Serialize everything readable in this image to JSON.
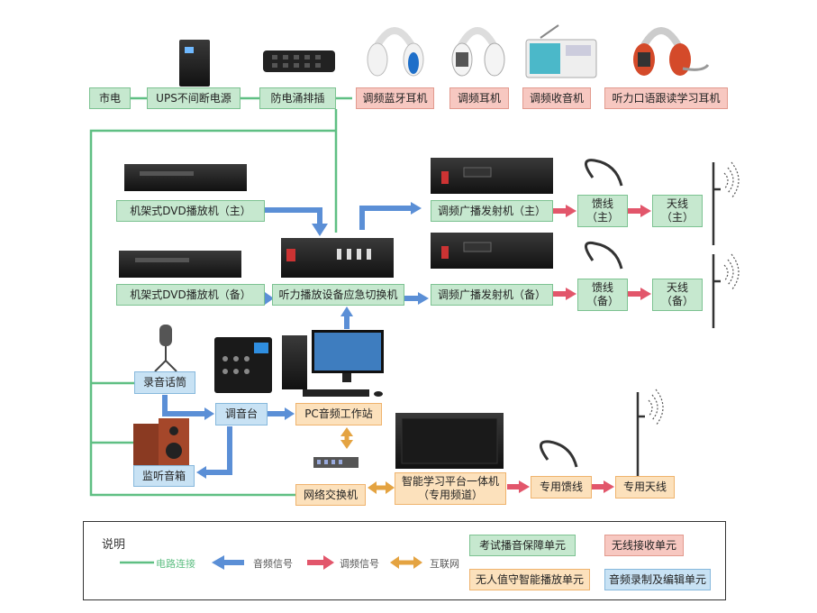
{
  "colors": {
    "power": "#5fbf83",
    "audio": "#5b8fd6",
    "fm": "#e2566b",
    "net": "#e4a341",
    "green": "#c6e8cf",
    "red": "#f7c8c1",
    "orange": "#fce1bc",
    "blue": "#c8e2f4"
  },
  "power": {
    "mains": "市电",
    "ups": "UPS不间断电源",
    "surge": "防电涌排插"
  },
  "receivers": {
    "bt_headphone": "调频蓝牙耳机",
    "fm_headphone": "调频耳机",
    "radio": "调频收音机",
    "oral_headphone": "听力口语跟读学习耳机"
  },
  "playback": {
    "dvd_main": "机架式DVD播放机（主）",
    "dvd_backup": "机架式DVD播放机（备）",
    "switcher": "听力播放设备应急切换机"
  },
  "transmit": {
    "tx_main": "调频广播发射机（主）",
    "tx_backup": "调频广播发射机（备）",
    "feeder_main": "馈线\n（主）",
    "feeder_backup": "馈线\n（备）",
    "antenna_main": "天线\n（主）",
    "antenna_backup": "天线\n（备）"
  },
  "recording": {
    "mic": "录音话筒",
    "mixer": "调音台",
    "monitor": "监听音箱",
    "pc": "PC音频工作站"
  },
  "network": {
    "switch": "网络交换机",
    "platform": "智能学习平台一体机\n（专用频道）",
    "feeder": "专用馈线",
    "antenna": "专用天线"
  },
  "legend": {
    "title": "说明",
    "power_line": "电路连接",
    "audio": "音频信号",
    "fm": "调频信号",
    "internet": "互联网",
    "unit_green": "考试播音保障单元",
    "unit_red": "无线接收单元",
    "unit_orange": "无人值守智能播放单元",
    "unit_blue": "音频录制及编辑单元"
  }
}
